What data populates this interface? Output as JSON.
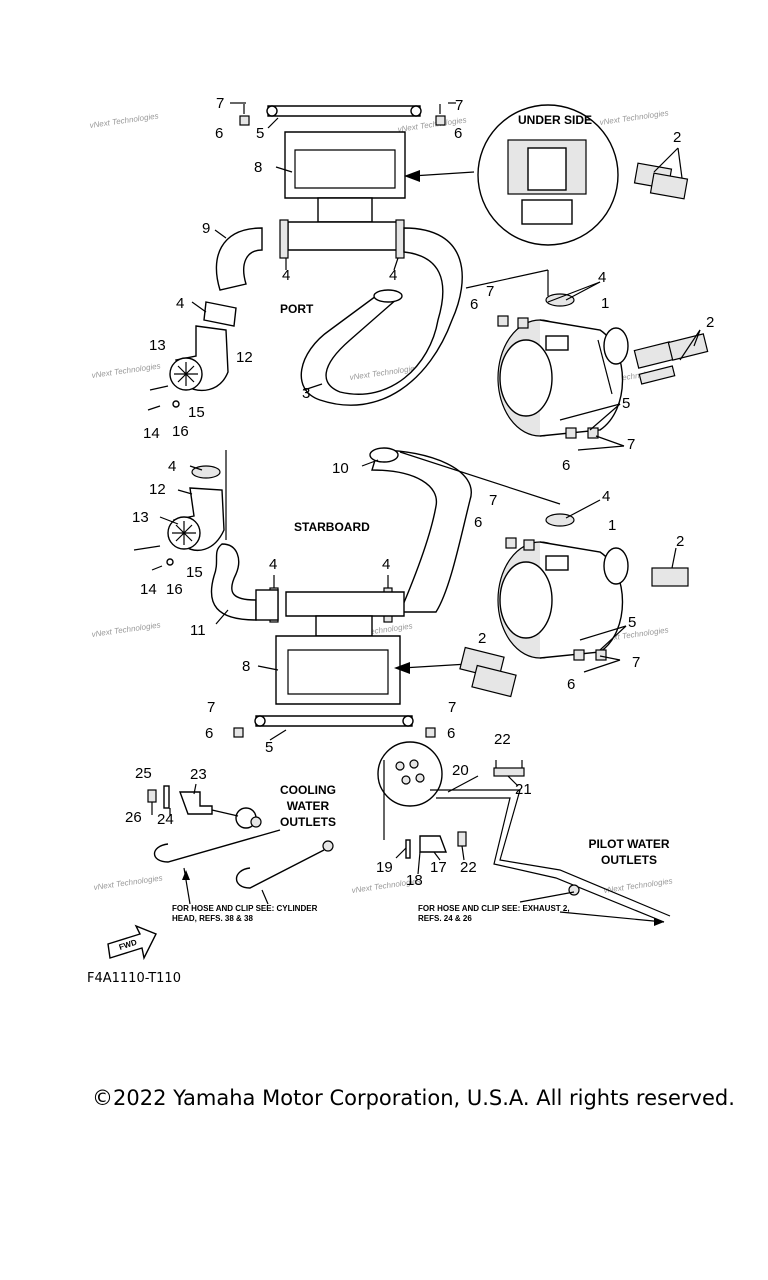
{
  "diagram": {
    "ref_numbers": [
      "1",
      "2",
      "3",
      "4",
      "5",
      "6",
      "7",
      "8",
      "9",
      "10",
      "11",
      "12",
      "13",
      "14",
      "15",
      "16",
      "17",
      "18",
      "19",
      "20",
      "21",
      "22",
      "23",
      "24",
      "25",
      "26"
    ],
    "labels": {
      "under_side": "UNDER SIDE",
      "port": "PORT",
      "starboard": "STARBOARD",
      "cooling_water_outlets": "COOLING WATER OUTLETS",
      "pilot_water_outlets": "PILOT WATER OUTLETS",
      "note_cylinder_head": "FOR HOSE AND CLIP SEE: CYLINDER HEAD, REFS. 38 & 38",
      "note_exhaust": "FOR HOSE AND CLIP SEE: EXHAUST 2, REFS. 24 & 26",
      "fwd": "FWD"
    },
    "watermark": "vNext Technologies",
    "diagram_code": "F4A1110-T110"
  },
  "footer": {
    "copyright": "©2022 Yamaha Motor Corporation, U.S.A. All rights reserved."
  }
}
